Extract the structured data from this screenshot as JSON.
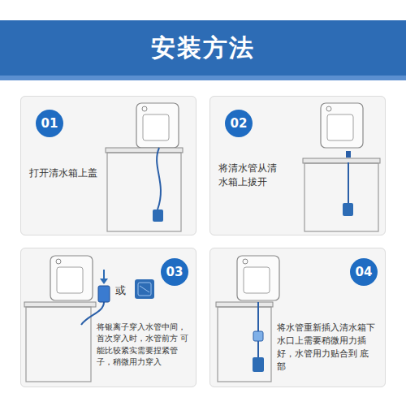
{
  "diagram": {
    "title": "安装方法",
    "nodes": [
      {
        "text": [
          "打开清水箱上盖"
        ]
      },
      {
        "text": [
          "01"
        ],
        "in": 0
      },
      {
        "text": [
          "将清水管从清 水箱上拔开"
        ]
      },
      {
        "text": [
          "02"
        ],
        "in": 2
      },
      {
        "text": [
          "将银离子穿入水管中间， 首次穿入时，水管前方 可能比较紧实需要捏紧管 子，稍微用力穿入"
        ]
      },
      {
        "text": [
          "03"
        ],
        "in": 4
      },
      {
        "text": [
          "将水管重新插入清水箱下 水口上需要稍微用力插 好，水管用力贴合到 底部"
        ]
      },
      {
        "text": [
          "04"
        ],
        "in": 6
      }
    ],
    "labels": [
      "或"
    ]
  }
}
